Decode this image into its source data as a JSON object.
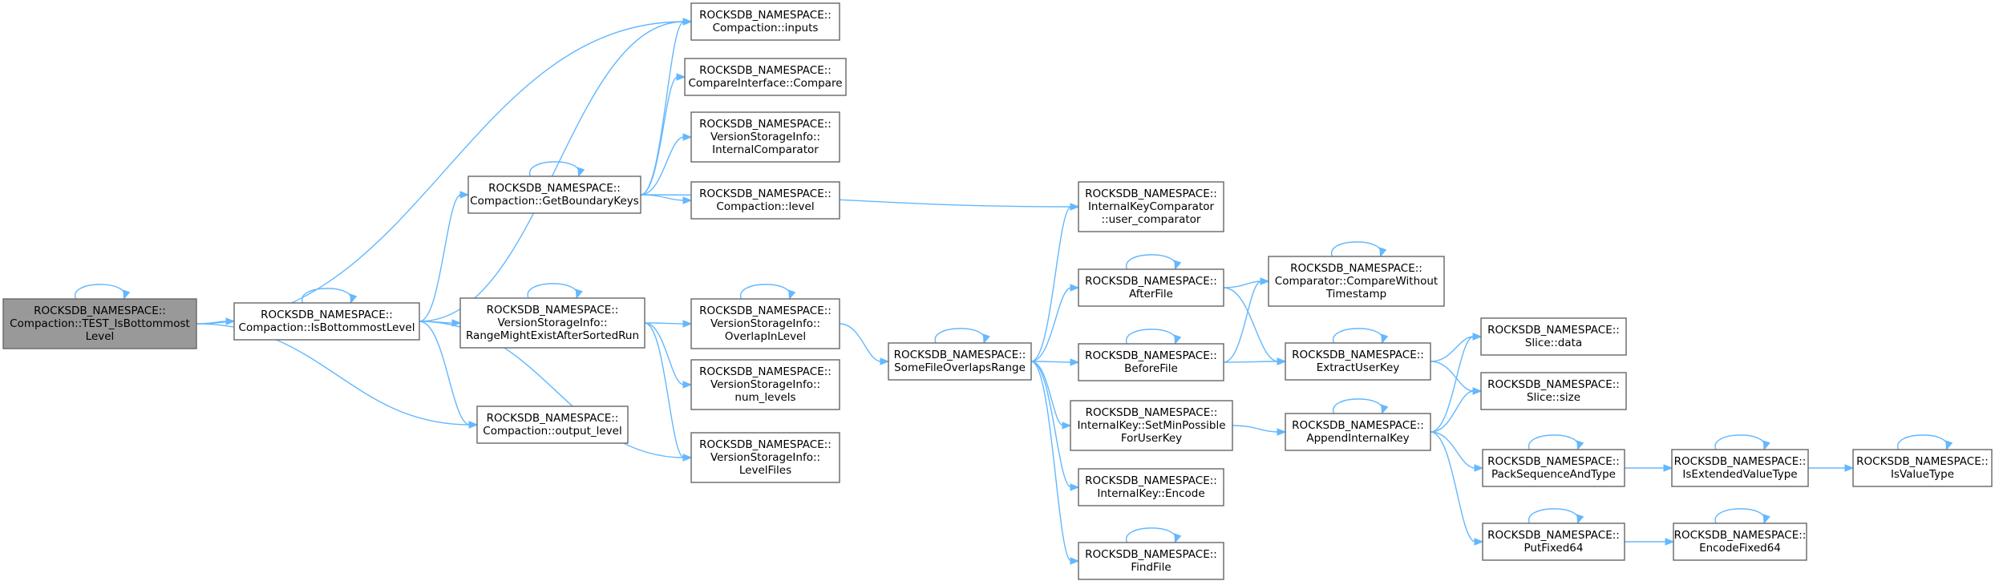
{
  "nodes": [
    {
      "id": "test",
      "lines": [
        "ROCKSDB_NAMESPACE::",
        "Compaction::TEST_IsBottommost",
        "Level"
      ],
      "highlight": true
    },
    {
      "id": "isbottom",
      "lines": [
        "ROCKSDB_NAMESPACE::",
        "Compaction::IsBottommostLevel"
      ]
    },
    {
      "id": "inputs",
      "lines": [
        "ROCKSDB_NAMESPACE::",
        "Compaction::inputs"
      ]
    },
    {
      "id": "compare",
      "lines": [
        "ROCKSDB_NAMESPACE::",
        "CompareInterface::Compare"
      ]
    },
    {
      "id": "internalcmp",
      "lines": [
        "ROCKSDB_NAMESPACE::",
        "VersionStorageInfo::",
        "InternalComparator"
      ]
    },
    {
      "id": "level",
      "lines": [
        "ROCKSDB_NAMESPACE::",
        "Compaction::level"
      ]
    },
    {
      "id": "getbound",
      "lines": [
        "ROCKSDB_NAMESPACE::",
        "Compaction::GetBoundaryKeys"
      ]
    },
    {
      "id": "rangemight",
      "lines": [
        "ROCKSDB_NAMESPACE::",
        "VersionStorageInfo::",
        "RangeMightExistAfterSortedRun"
      ]
    },
    {
      "id": "outputlevel",
      "lines": [
        "ROCKSDB_NAMESPACE::",
        "Compaction::output_level"
      ]
    },
    {
      "id": "overlap",
      "lines": [
        "ROCKSDB_NAMESPACE::",
        "VersionStorageInfo::",
        "OverlapInLevel"
      ]
    },
    {
      "id": "numlevels",
      "lines": [
        "ROCKSDB_NAMESPACE::",
        "VersionStorageInfo::",
        "num_levels"
      ]
    },
    {
      "id": "levelfiles",
      "lines": [
        "ROCKSDB_NAMESPACE::",
        "VersionStorageInfo::",
        "LevelFiles"
      ]
    },
    {
      "id": "somefile",
      "lines": [
        "ROCKSDB_NAMESPACE::",
        "SomeFileOverlapsRange"
      ]
    },
    {
      "id": "usercmp",
      "lines": [
        "ROCKSDB_NAMESPACE::",
        "InternalKeyComparator",
        "::user_comparator"
      ]
    },
    {
      "id": "afterfile",
      "lines": [
        "ROCKSDB_NAMESPACE::",
        "AfterFile"
      ]
    },
    {
      "id": "beforefile",
      "lines": [
        "ROCKSDB_NAMESPACE::",
        "BeforeFile"
      ]
    },
    {
      "id": "setmin",
      "lines": [
        "ROCKSDB_NAMESPACE::",
        "InternalKey::SetMinPossible",
        "ForUserKey"
      ]
    },
    {
      "id": "encode",
      "lines": [
        "ROCKSDB_NAMESPACE::",
        "InternalKey::Encode"
      ]
    },
    {
      "id": "findfile",
      "lines": [
        "ROCKSDB_NAMESPACE::",
        "FindFile"
      ]
    },
    {
      "id": "comparewo",
      "lines": [
        "ROCKSDB_NAMESPACE::",
        "Comparator::CompareWithout",
        "Timestamp"
      ]
    },
    {
      "id": "extract",
      "lines": [
        "ROCKSDB_NAMESPACE::",
        "ExtractUserKey"
      ]
    },
    {
      "id": "append",
      "lines": [
        "ROCKSDB_NAMESPACE::",
        "AppendInternalKey"
      ]
    },
    {
      "id": "slicedata",
      "lines": [
        "ROCKSDB_NAMESPACE::",
        "Slice::data"
      ]
    },
    {
      "id": "slicesize",
      "lines": [
        "ROCKSDB_NAMESPACE::",
        "Slice::size"
      ]
    },
    {
      "id": "packseq",
      "lines": [
        "ROCKSDB_NAMESPACE::",
        "PackSequenceAndType"
      ]
    },
    {
      "id": "putfixed",
      "lines": [
        "ROCKSDB_NAMESPACE::",
        "PutFixed64"
      ]
    },
    {
      "id": "isextended",
      "lines": [
        "ROCKSDB_NAMESPACE::",
        "IsExtendedValueType"
      ]
    },
    {
      "id": "encodefixed",
      "lines": [
        "ROCKSDB_NAMESPACE::",
        "EncodeFixed64"
      ]
    },
    {
      "id": "isvalue",
      "lines": [
        "ROCKSDB_NAMESPACE::",
        "IsValueType"
      ]
    }
  ],
  "edges": [
    [
      "test",
      "test"
    ],
    [
      "test",
      "inputs"
    ],
    [
      "test",
      "isbottom"
    ],
    [
      "test",
      "outputlevel"
    ],
    [
      "isbottom",
      "isbottom"
    ],
    [
      "isbottom",
      "inputs"
    ],
    [
      "isbottom",
      "getbound"
    ],
    [
      "isbottom",
      "rangemight"
    ],
    [
      "isbottom",
      "outputlevel"
    ],
    [
      "isbottom",
      "levelfiles"
    ],
    [
      "getbound",
      "getbound"
    ],
    [
      "getbound",
      "inputs"
    ],
    [
      "getbound",
      "compare"
    ],
    [
      "getbound",
      "internalcmp"
    ],
    [
      "getbound",
      "level"
    ],
    [
      "getbound",
      "usercmp"
    ],
    [
      "rangemight",
      "rangemight"
    ],
    [
      "rangemight",
      "overlap"
    ],
    [
      "rangemight",
      "numlevels"
    ],
    [
      "rangemight",
      "levelfiles"
    ],
    [
      "overlap",
      "overlap"
    ],
    [
      "overlap",
      "somefile"
    ],
    [
      "somefile",
      "somefile"
    ],
    [
      "somefile",
      "usercmp"
    ],
    [
      "somefile",
      "afterfile"
    ],
    [
      "somefile",
      "beforefile"
    ],
    [
      "somefile",
      "setmin"
    ],
    [
      "somefile",
      "encode"
    ],
    [
      "somefile",
      "findfile"
    ],
    [
      "afterfile",
      "afterfile"
    ],
    [
      "afterfile",
      "comparewo"
    ],
    [
      "afterfile",
      "extract"
    ],
    [
      "beforefile",
      "beforefile"
    ],
    [
      "beforefile",
      "comparewo"
    ],
    [
      "beforefile",
      "extract"
    ],
    [
      "findfile",
      "findfile"
    ],
    [
      "comparewo",
      "comparewo"
    ],
    [
      "extract",
      "extract"
    ],
    [
      "extract",
      "slicedata"
    ],
    [
      "extract",
      "slicesize"
    ],
    [
      "setmin",
      "append"
    ],
    [
      "append",
      "append"
    ],
    [
      "append",
      "slicedata"
    ],
    [
      "append",
      "slicesize"
    ],
    [
      "append",
      "packseq"
    ],
    [
      "append",
      "putfixed"
    ],
    [
      "packseq",
      "packseq"
    ],
    [
      "packseq",
      "isextended"
    ],
    [
      "isextended",
      "isextended"
    ],
    [
      "isextended",
      "isvalue"
    ],
    [
      "isvalue",
      "isvalue"
    ],
    [
      "putfixed",
      "putfixed"
    ],
    [
      "putfixed",
      "encodefixed"
    ],
    [
      "encodefixed",
      "encodefixed"
    ]
  ],
  "colors": {
    "node_fill": "#ffffff",
    "highlight_fill": "#999999",
    "border": "#666666",
    "edge": "#63b8ff",
    "text": "#000000"
  }
}
